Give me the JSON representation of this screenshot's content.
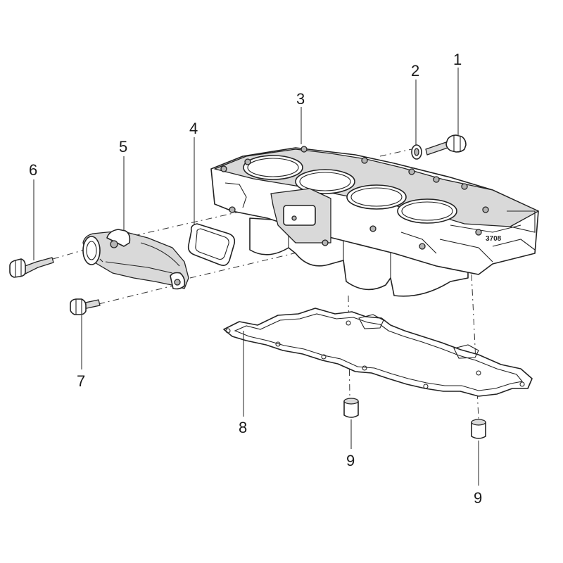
{
  "diagram": {
    "callouts": [
      {
        "id": "c1",
        "label": "1"
      },
      {
        "id": "c2",
        "label": "2"
      },
      {
        "id": "c3",
        "label": "3"
      },
      {
        "id": "c4",
        "label": "4"
      },
      {
        "id": "c5",
        "label": "5"
      },
      {
        "id": "c6",
        "label": "6"
      },
      {
        "id": "c7",
        "label": "7"
      },
      {
        "id": "c8",
        "label": "8"
      },
      {
        "id": "c9a",
        "label": "9"
      },
      {
        "id": "c9b",
        "label": "9"
      }
    ],
    "casting_stamp": "3708"
  }
}
